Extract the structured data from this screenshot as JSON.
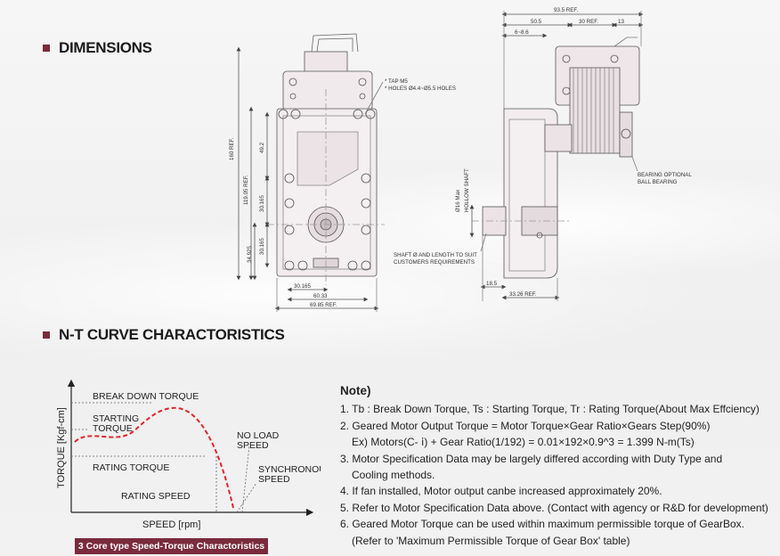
{
  "sections": {
    "dimensions": "DIMENSIONS",
    "nt_curve": "N-T CURVE CHARACTORISTICS"
  },
  "drawing": {
    "front": {
      "dim_160": "160 REF.",
      "dim_119": "119.05 REF.",
      "dim_49": "49.2",
      "dim_30a": "30.165",
      "dim_34": "34.925",
      "dim_30b": "30.165",
      "dim_30c": "30.165",
      "dim_60": "60.33",
      "dim_69": "69.85 REF.",
      "tap_line1": "* TAP M5",
      "tap_line2": "* HOLES Ø4.4~Ø5.5 HOLES"
    },
    "side": {
      "dim_93": "93.5 REF.",
      "dim_50": "50.5",
      "dim_30": "30 REF.",
      "dim_13": "13",
      "dim_6": "6~8.6",
      "hollow_1": "Ø16 Max",
      "hollow_2": "HOLLOW SHAFT",
      "bearing_1": "BEARING OPTIONAL",
      "bearing_2": "BALL BEARING",
      "shaft_1": "SHAFT Ø AND LENGTH TO SUIT",
      "shaft_2": "CUSTOMERS REQUIREMENTS",
      "dim_18": "18.5",
      "dim_33": "33.26 REF."
    }
  },
  "graph": {
    "ylabel": "TORQUE [Kgf-cm]",
    "xlabel": "SPEED [rpm]",
    "breakdown": "BREAK DOWN TORQUE",
    "starting_1": "STARTING",
    "starting_2": "TORQUE",
    "rating_torque": "RATING TORQUE",
    "rating_speed": "RATING SPEED",
    "noload_1": "NO LOAD",
    "noload_2": "SPEED",
    "sync_1": "SYNCHRONOUS",
    "sync_2": "SPEED",
    "caption": "3 Core type Speed-Torque Charactoristics",
    "curve_color": "#e0262b",
    "accent": "#7a2b3c"
  },
  "notes": {
    "title": "Note)",
    "n1": "1. Tb : Break Down Torque, Ts : Starting Torque, Tr : Rating Torque(About Max Effciency)",
    "n2": "2. Geared Motor Output Torque = Motor Torque×Gear Ratio×Gears Step(90%)",
    "n2b": "Ex) Motors(C- ⅰ) + Gear Ratio(1/192) = 0.01×192×0.9^3 = 1.399 N-m(Ts)",
    "n3": "3. Motor Specification Data may be largely differed according with Duty Type and",
    "n3b": "Cooling methods.",
    "n4": "4. If fan installed, Motor output canbe increased approximately 20%.",
    "n5": "5. Refer to Motor Specification Data above. (Contact with agency or R&D for development)",
    "n6": "6. Geared Motor Torque can be used within maximum permissible torque of GearBox.",
    "n6b": "(Refer to 'Maximum Permissible Torque of Gear Box' table)"
  }
}
